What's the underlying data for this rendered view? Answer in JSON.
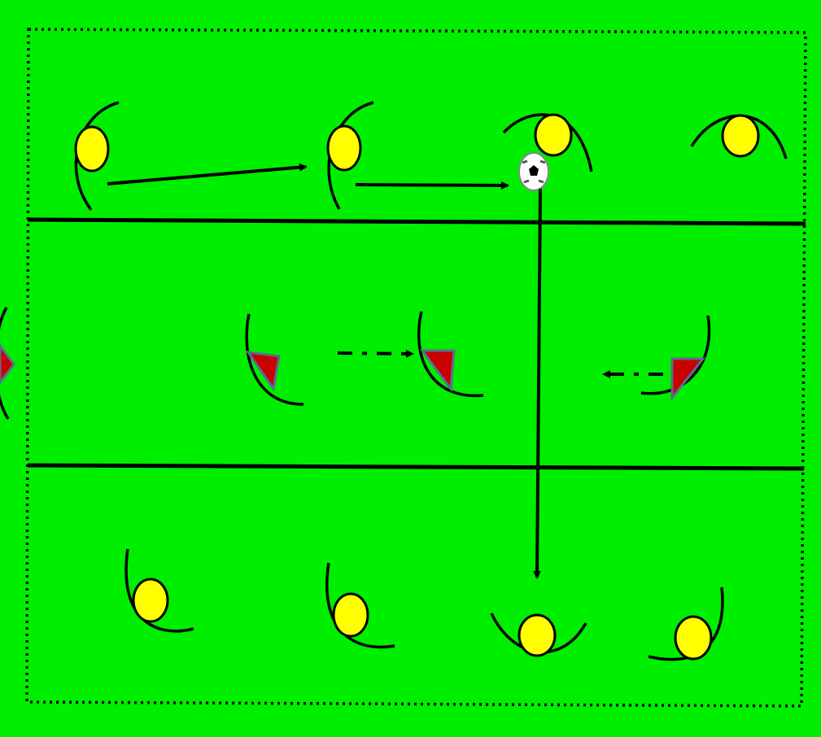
{
  "diagram": {
    "type": "soccer-training-drill",
    "colors": {
      "field": "#00ee00",
      "lines": "#000000",
      "attacker_fill": "#ffff00",
      "defender_fill": "#c80000",
      "defender_outline": "#5a6e8c",
      "ball_fill": "#ffffff"
    },
    "zones": [
      "top-zone",
      "middle-zone",
      "bottom-zone"
    ],
    "teams": {
      "attackers": {
        "marker": "yellow-circle",
        "count": 8
      },
      "defenders": {
        "marker": "red-triangle",
        "count": 4
      }
    },
    "ball": {
      "holder": "attacker-top-3"
    },
    "actions": [
      {
        "kind": "pass",
        "style": "solid-arrow",
        "from": "attacker-top-1",
        "to": "attacker-top-2"
      },
      {
        "kind": "pass",
        "style": "solid-arrow",
        "from": "attacker-top-2",
        "to": "ball"
      },
      {
        "kind": "pass",
        "style": "solid-arrow",
        "from": "ball",
        "to": "attacker-bottom-3"
      },
      {
        "kind": "defender-run",
        "style": "dash-dot-arrow",
        "from": "defender-2",
        "to": "defender-3"
      },
      {
        "kind": "defender-run",
        "style": "dash-dot-arrow",
        "from": "defender-4",
        "to": "defender-3"
      }
    ]
  }
}
